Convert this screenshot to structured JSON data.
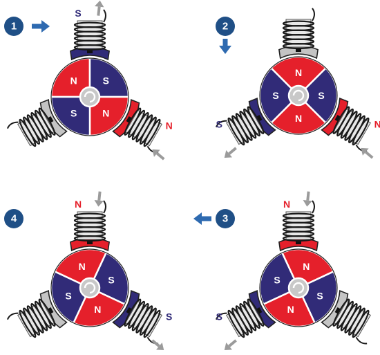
{
  "colors": {
    "north_red": "#e5202b",
    "south_blue": "#312b78",
    "neutral_gray": "#c4c4c4",
    "arrow_gray": "#9b9b9b",
    "step_badge_blue": "#1f4f86",
    "step_arrow_blue": "#2e6ab0",
    "coil_wire": "#1a1a1a",
    "hub_gray": "#c8c8c8"
  },
  "steps": [
    {
      "number": "1",
      "step_arrow": "right",
      "rotor_poles": [
        "N",
        "S",
        "N",
        "S"
      ],
      "stators": [
        {
          "id": "top",
          "pole": "S",
          "flux": "out"
        },
        {
          "id": "right",
          "pole": "N",
          "flux": "in"
        },
        {
          "id": "left",
          "pole": "",
          "flux": "none"
        }
      ]
    },
    {
      "number": "2",
      "step_arrow": "down",
      "rotor_poles": [
        "N",
        "S",
        "N",
        "S"
      ],
      "stators": [
        {
          "id": "top",
          "pole": "",
          "flux": "none"
        },
        {
          "id": "right",
          "pole": "N",
          "flux": "in"
        },
        {
          "id": "left",
          "pole": "S",
          "flux": "out"
        }
      ]
    },
    {
      "number": "3",
      "step_arrow": "left",
      "rotor_poles": [
        "N",
        "S",
        "N",
        "S"
      ],
      "stators": [
        {
          "id": "top",
          "pole": "N",
          "flux": "in"
        },
        {
          "id": "right",
          "pole": "",
          "flux": "none"
        },
        {
          "id": "left",
          "pole": "S",
          "flux": "out"
        }
      ]
    },
    {
      "number": "4",
      "step_arrow": "none",
      "rotor_poles": [
        "N",
        "S",
        "N",
        "S"
      ],
      "stators": [
        {
          "id": "top",
          "pole": "N",
          "flux": "in"
        },
        {
          "id": "right",
          "pole": "S",
          "flux": "out"
        },
        {
          "id": "left",
          "pole": "",
          "flux": "none"
        }
      ]
    }
  ]
}
